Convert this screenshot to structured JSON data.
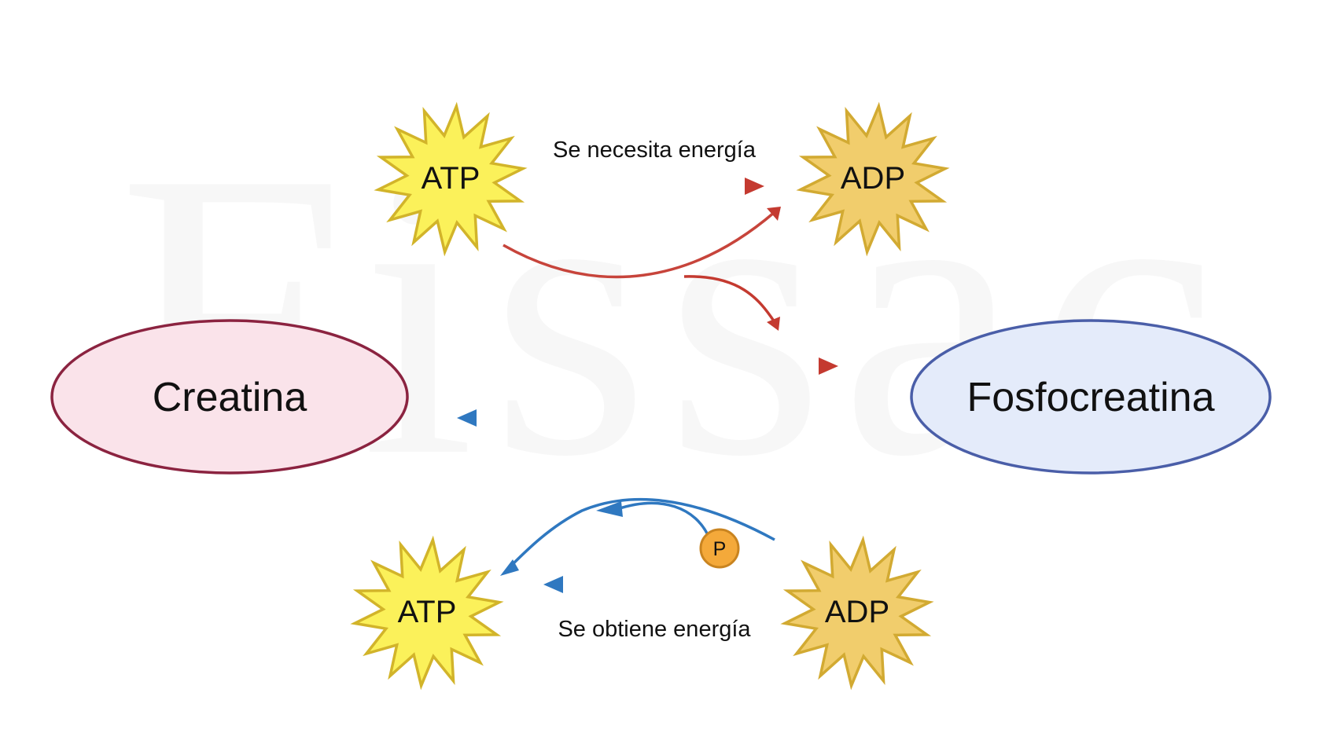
{
  "watermark": "Fissac",
  "nodes": {
    "creatina": {
      "label": "Creatina",
      "fill": "#fae3ea",
      "stroke": "#8b2340"
    },
    "fosfocreatina": {
      "label": "Fosfocreatina",
      "fill": "#e4ebfa",
      "stroke": "#4a5ea8"
    }
  },
  "stars": {
    "atp_top": {
      "label": "ATP",
      "fill": "#fbf15a",
      "stroke": "#d2b42a"
    },
    "adp_top": {
      "label": "ADP",
      "fill": "#f1cd6c",
      "stroke": "#d2aa32"
    },
    "atp_bottom": {
      "label": "ATP",
      "fill": "#fbf15a",
      "stroke": "#d2b42a"
    },
    "adp_bottom": {
      "label": "ADP",
      "fill": "#f1cd6c",
      "stroke": "#d2aa32"
    }
  },
  "captions": {
    "top": "Se necesita energía",
    "bottom": "Se obtiene energía"
  },
  "phosphate": {
    "label": "P",
    "fill": "#f4a93a",
    "stroke": "#c98420"
  },
  "colors": {
    "forward_arrow": "#c43a30",
    "reverse_arrow": "#2f78c0"
  }
}
